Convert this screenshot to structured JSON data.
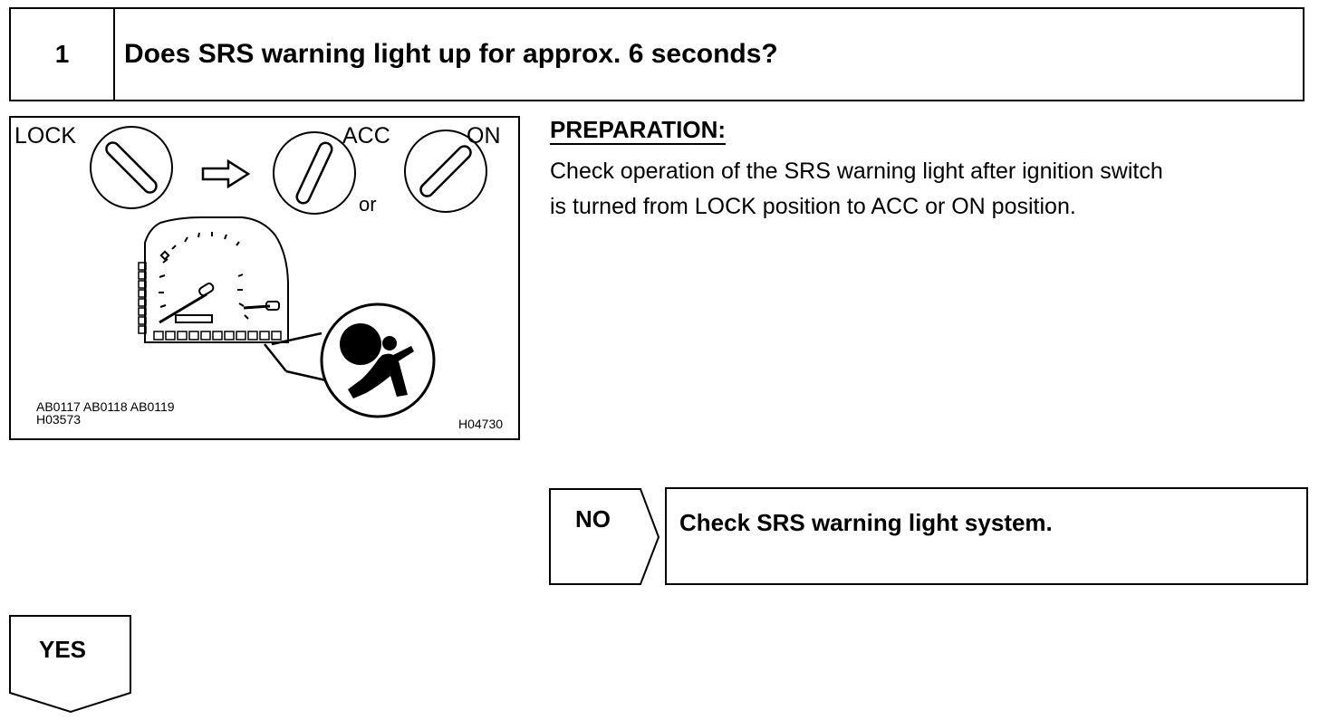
{
  "step": {
    "number": "1",
    "question": "Does SRS warning light up for approx. 6 seconds?"
  },
  "figure": {
    "label_lock": "LOCK",
    "label_acc": "ACC",
    "label_on": "ON",
    "label_or": "or",
    "codes_line1": "AB0117  AB0118  AB0119",
    "codes_line2": "H03573",
    "figure_code": "H04730"
  },
  "preparation": {
    "heading": "PREPARATION:",
    "line1": "Check operation of the SRS warning light after ignition switch",
    "line2": "is turned from LOCK position to ACC or ON position."
  },
  "branches": {
    "no_label": "NO",
    "no_action": "Check SRS warning light system.",
    "yes_label": "YES"
  }
}
